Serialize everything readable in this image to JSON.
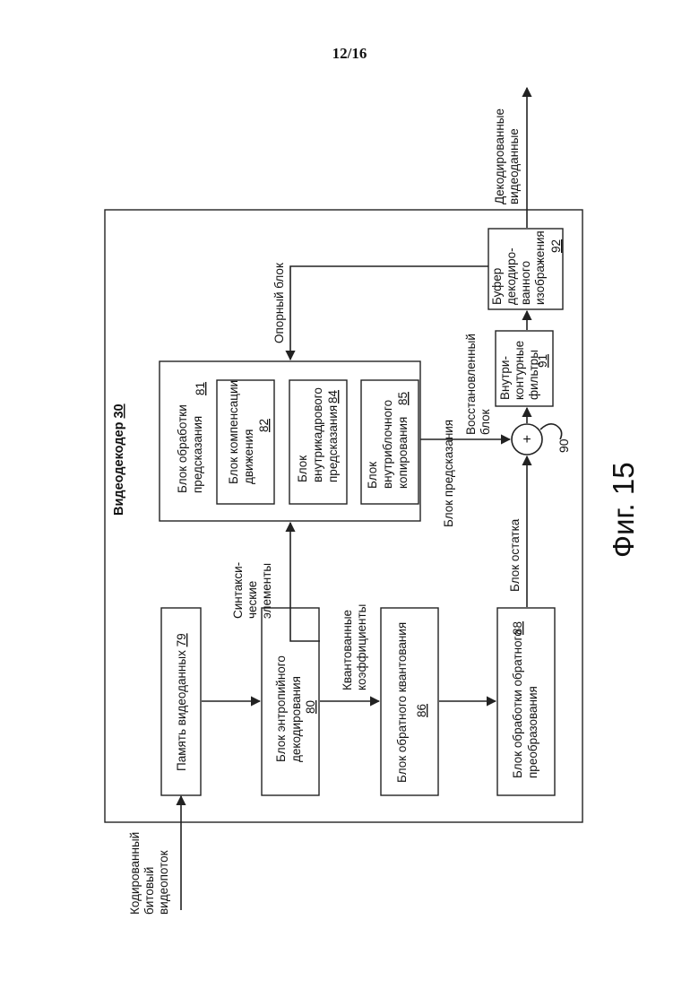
{
  "page_number": "12/16",
  "figure_label": "Фиг. 15",
  "decoder": {
    "title": "Видеодекодер",
    "num": "30"
  },
  "input_label": [
    "Кодированный",
    "битовый",
    "видеопоток"
  ],
  "output_label": [
    "Декодированные",
    "видеоданные"
  ],
  "blocks": {
    "video_memory": {
      "lines": [
        "Память видеоданных"
      ],
      "num": "79"
    },
    "entropy": {
      "lines": [
        "Блок энтропийного",
        "декодирования"
      ],
      "num": "80"
    },
    "inv_quant": {
      "lines": [
        "Блок обратного квантования"
      ],
      "num": "86"
    },
    "inv_transform": {
      "lines": [
        "Блок обработки обратного",
        "преобразования"
      ],
      "num": "88"
    },
    "prediction": {
      "lines": [
        "Блок обработки",
        "предсказания"
      ],
      "num": "81"
    },
    "motion_comp": {
      "lines": [
        "Блок компенсации",
        "движения"
      ],
      "num": "82"
    },
    "intra_pred": {
      "lines": [
        "Блок",
        "внутрикадрового",
        "предсказания"
      ],
      "num": "84"
    },
    "intra_bc": {
      "lines": [
        "Блок",
        "внутриблочного",
        "копирования"
      ],
      "num": "85"
    },
    "loop_filters": {
      "lines": [
        "Внутри-",
        "контурные",
        "фильтры"
      ],
      "num": "91"
    },
    "dpb": {
      "lines": [
        "Буфер",
        "декодиро-",
        "ванного",
        "изображения"
      ],
      "num": "92"
    }
  },
  "summer": {
    "symbol": "+",
    "num": "90"
  },
  "edge_labels": {
    "syntax_elements": [
      "Синтакси-",
      "ческие",
      "элементы"
    ],
    "quant_coeffs": [
      "Квантованные",
      "коэффициенты"
    ],
    "prediction_block": "Блок предсказания",
    "residual_block": "Блок остатка",
    "reference_block": "Опорный блок",
    "reconstructed_block": [
      "Восстановленный",
      "блок"
    ]
  }
}
